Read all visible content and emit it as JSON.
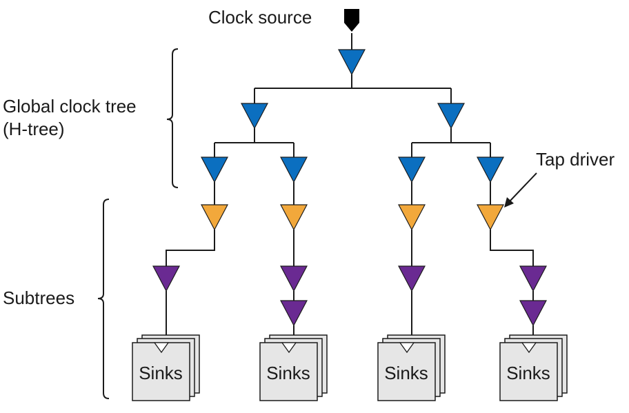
{
  "labels": {
    "clock_source": "Clock source",
    "global_tree_line1": "Global clock tree",
    "global_tree_line2": "(H-tree)",
    "tap_driver": "Tap driver",
    "subtrees": "Subtrees"
  },
  "sinks": [
    {
      "label": "Sinks"
    },
    {
      "label": "Sinks"
    },
    {
      "label": "Sinks"
    },
    {
      "label": "Sinks"
    }
  ],
  "colors": {
    "global_buffer": "#0b6fc0",
    "tap_driver": "#f2a83b",
    "subtree_buffer": "#6a2a92",
    "sink_fill": "#e6e6e6",
    "source": "#000000"
  }
}
